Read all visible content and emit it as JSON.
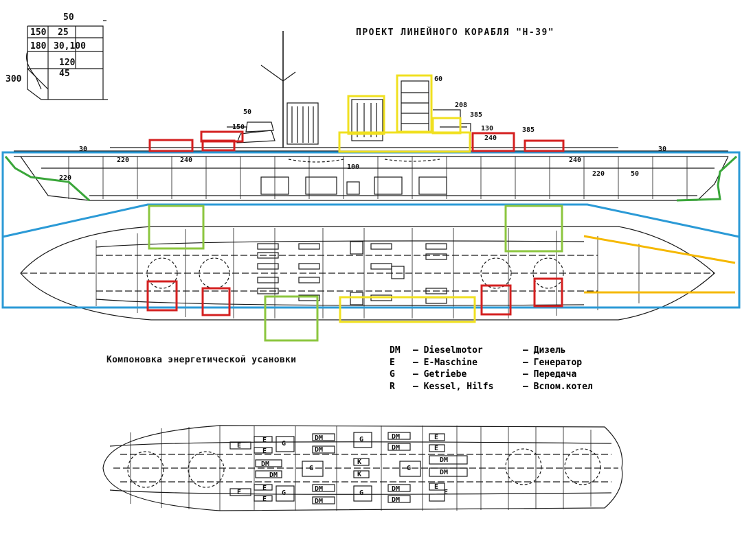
{
  "title": "ПРОЕКТ ЛИНЕЙНОГО КОРАБЛЯ \"Н-39\"",
  "caption": "Компоновка энергетической усановки",
  "legend": [
    {
      "code": "DM",
      "de": "– Dieselmotor",
      "ru": "– Дизель"
    },
    {
      "code": "E",
      "de": "– E-Maschine",
      "ru": "– Генератор"
    },
    {
      "code": "G",
      "de": "– Getriebe",
      "ru": "– Передача"
    },
    {
      "code": "R",
      "de": "– Kessel, Hilfs",
      "ru": "– Вспом.котел"
    }
  ],
  "armor_section_labels": [
    "50",
    "150",
    "25",
    "180",
    "30,100",
    "120",
    "45",
    "300"
  ],
  "profile_labels": [
    "60",
    "50",
    "150",
    "208",
    "385",
    "130",
    "240",
    "385",
    "30",
    "30",
    "220",
    "240",
    "100",
    "240",
    "220",
    "50",
    "220"
  ],
  "engine_labels": [
    "DM",
    "E",
    "G",
    "K"
  ],
  "highlight_colors": {
    "red": "#d42020",
    "yellow": "#f0e020",
    "green": "#8cc63f",
    "blue": "#2b9ad6",
    "orange": "#f5b800",
    "dark_green": "#3aa63a"
  }
}
